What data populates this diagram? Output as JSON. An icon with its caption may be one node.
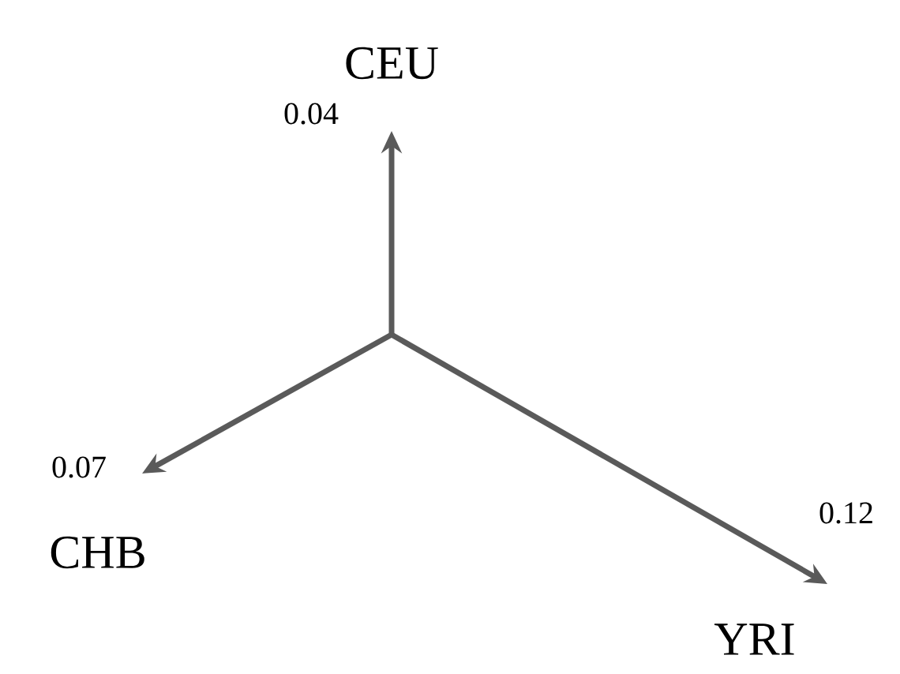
{
  "diagram": {
    "nodes": [
      {
        "text": [
          "CEU"
        ]
      },
      {
        "text": [
          "CHB"
        ]
      },
      {
        "text": [
          "YRI"
        ]
      }
    ],
    "edges": [
      {
        "from": null,
        "to": 0,
        "arrow": "to",
        "label": "0.04"
      },
      {
        "from": null,
        "to": 1,
        "arrow": "to",
        "label": "0.07"
      },
      {
        "from": null,
        "to": 2,
        "arrow": "to",
        "label": "0.12"
      }
    ]
  }
}
